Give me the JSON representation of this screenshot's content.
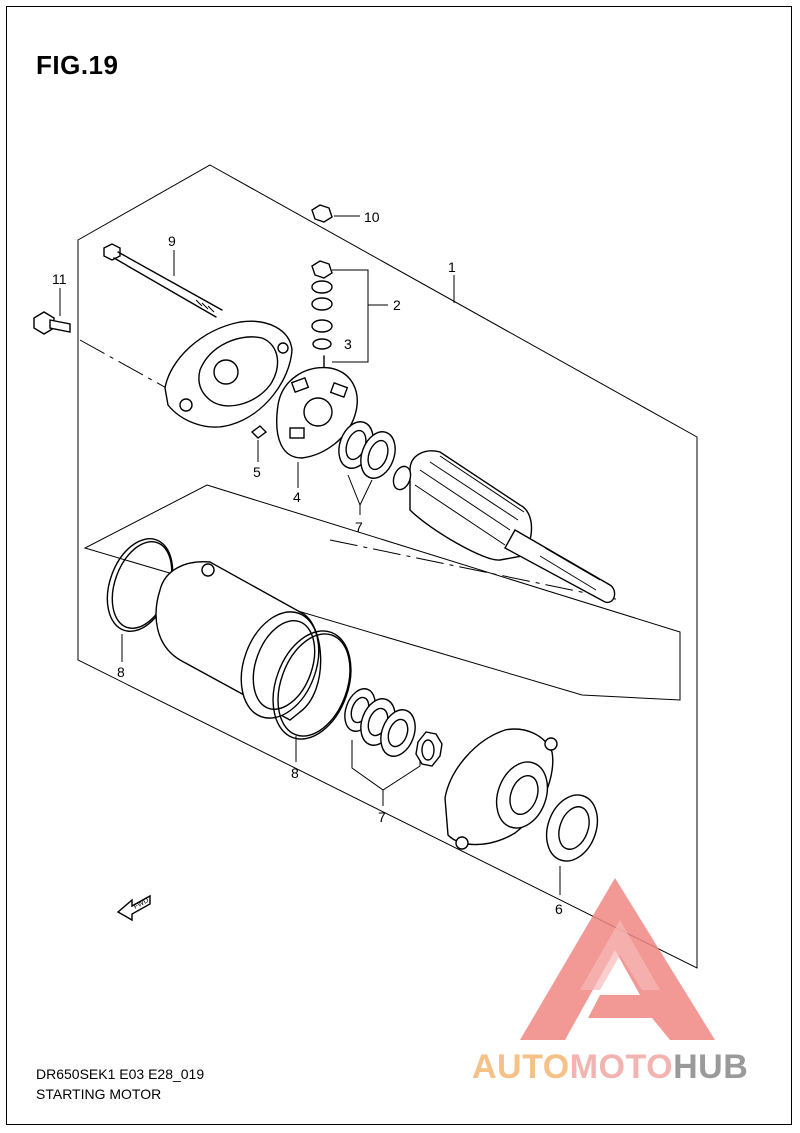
{
  "figure": {
    "title": "FIG.19",
    "code": "DR650SEK1 E03 E28_019",
    "name": "STARTING MOTOR"
  },
  "callouts": {
    "c1": "1",
    "c2": "2",
    "c3": "3",
    "c4": "4",
    "c5": "5",
    "c6": "6",
    "c7a": "7",
    "c7b": "7",
    "c8a": "8",
    "c8b": "8",
    "c9": "9",
    "c10": "10",
    "c11": "11"
  },
  "fwd_label": "FWD",
  "watermark": {
    "part1": "AUTO",
    "part2": "MOTO",
    "part3": "HUB",
    "colors": {
      "orange": "#f6c186",
      "pink": "#f3b3b0",
      "gray": "#9a9a9a"
    }
  }
}
